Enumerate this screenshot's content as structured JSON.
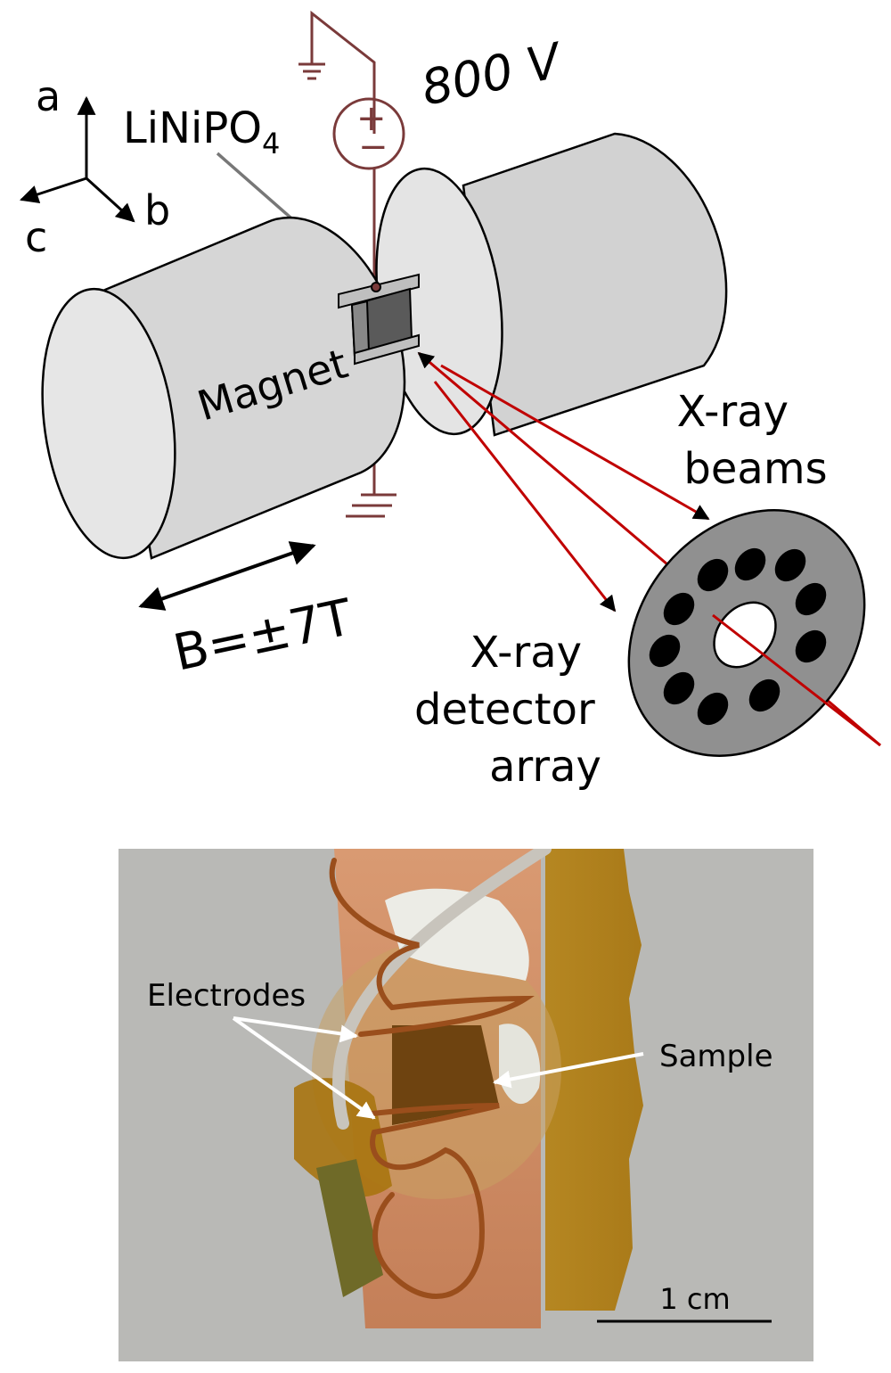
{
  "diagram": {
    "axes": {
      "a": "a",
      "b": "b",
      "c": "c"
    },
    "sample_formula": "LiNiPO",
    "sample_subscript": "4",
    "voltage": "800 V",
    "source_plus": "+",
    "source_minus": "−",
    "magnet_label": "Magnet",
    "field_label": "B=±7T",
    "beams_label": [
      "X-ray",
      "beams"
    ],
    "detector_label": [
      "X-ray",
      "detector",
      "array"
    ]
  },
  "photo": {
    "electrodes_label": "Electrodes",
    "sample_label": "Sample",
    "scale_label": "1 cm"
  },
  "colors": {
    "wire": "#7a3a3a",
    "beam": "#c00000",
    "magnet_face": "#e0e0e0",
    "magnet_body": "#d2d2d2",
    "detector": "#909090",
    "photo_bg": "#b9b9b6",
    "copper": "#c98a5e",
    "kapton": "#b07e16"
  }
}
